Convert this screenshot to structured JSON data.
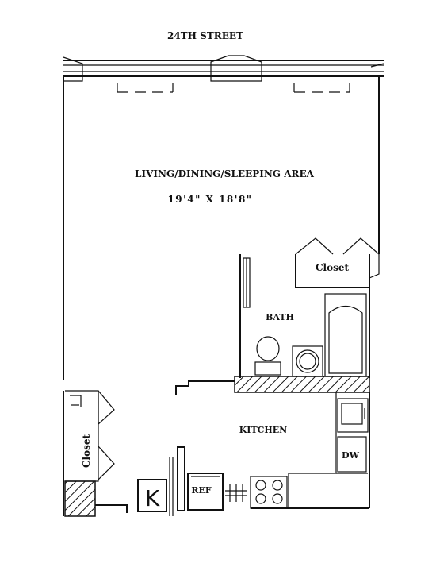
{
  "street": "24TH STREET",
  "rooms": {
    "living": "LIVING/DINING/SLEEPING AREA",
    "living_dims": "19'4\" X 18'8\"",
    "closet_right": "Closet",
    "bath": "BATH",
    "kitchen": "KITCHEN",
    "closet_left": "Closet"
  },
  "appliances": {
    "dw": "DW",
    "ref": "REF",
    "logo": "K"
  },
  "colors": {
    "ink": "#111111",
    "paper": "#ffffff"
  }
}
